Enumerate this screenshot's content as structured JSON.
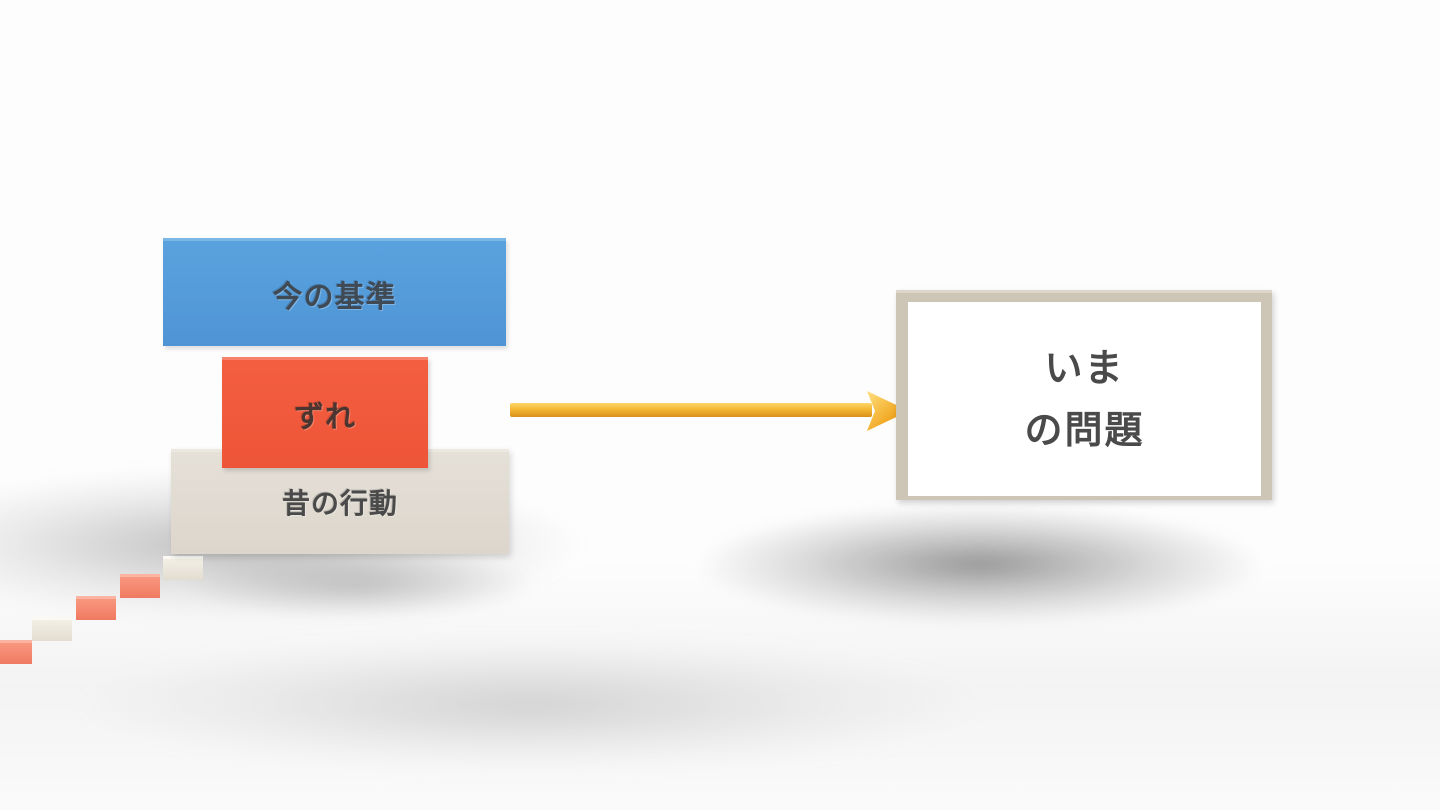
{
  "stack": {
    "top_label": "今の基準",
    "middle_label": "ずれ",
    "bottom_label": "昔の行動"
  },
  "result": {
    "line1": "いま",
    "line2": "の問題"
  },
  "colors": {
    "top_block": "#4f95d6",
    "middle_block": "#ee5538",
    "bottom_block": "#dcd6cc",
    "arrow": "#f2b12e",
    "result_frame": "#cdc5b6",
    "text": "#4a4a4a"
  }
}
